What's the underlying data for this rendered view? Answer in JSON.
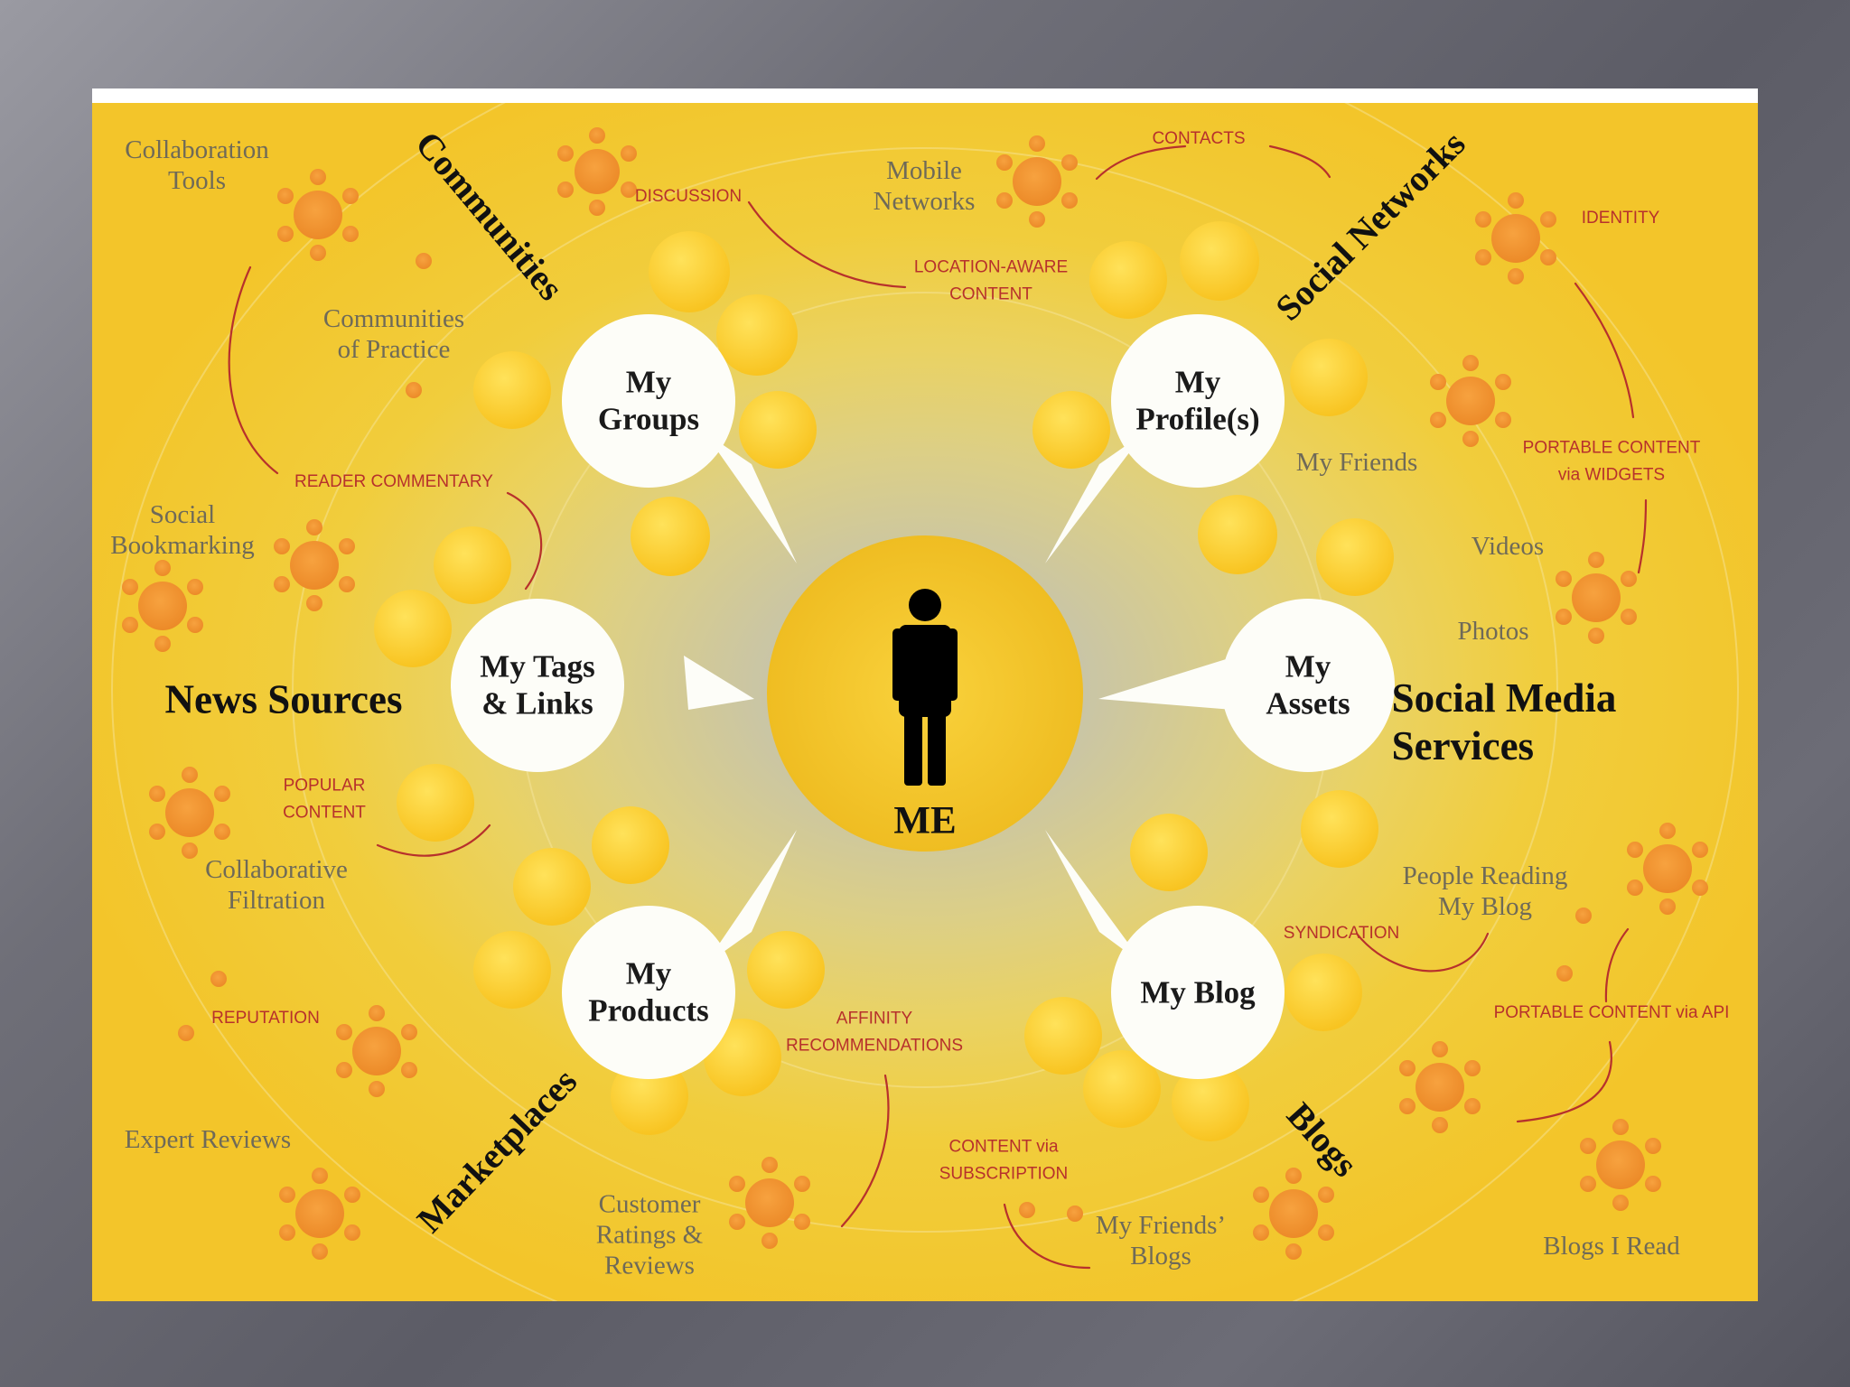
{
  "center": {
    "label": "ME"
  },
  "hubs": [
    {
      "id": "groups",
      "label": "My\nGroups"
    },
    {
      "id": "profiles",
      "label": "My\nProfile(s)"
    },
    {
      "id": "tags",
      "label": "My Tags\n& Links"
    },
    {
      "id": "assets",
      "label": "My\nAssets"
    },
    {
      "id": "products",
      "label": "My\nProducts"
    },
    {
      "id": "blog",
      "label": "My Blog"
    }
  ],
  "categories": {
    "communities": "Communities",
    "social_networks": "Social Networks",
    "news_sources": "News Sources",
    "social_media_services": "Social Media\nServices",
    "marketplaces": "Marketplaces",
    "blogs": "Blogs"
  },
  "labels": {
    "collaboration_tools": "Collaboration\nTools",
    "communities_of_practice": "Communities\nof Practice",
    "social_bookmarking": "Social\nBookmarking",
    "collaborative_filtration": "Collaborative\nFiltration",
    "expert_reviews": "Expert Reviews",
    "customer_ratings": "Customer\nRatings &\nReviews",
    "mobile_networks": "Mobile\nNetworks",
    "my_friends": "My Friends",
    "videos": "Videos",
    "photos": "Photos",
    "people_reading_my_blog": "People Reading\nMy Blog",
    "my_friends_blogs": "My Friends’\nBlogs",
    "blogs_i_read": "Blogs I Read"
  },
  "connectors": {
    "discussion": "DISCUSSION",
    "contacts": "CONTACTS",
    "location_aware_content": "LOCATION-AWARE\nCONTENT",
    "identity": "IDENTITY",
    "reader_commentary": "READER COMMENTARY",
    "portable_content_widgets": "PORTABLE CONTENT\nvia WIDGETS",
    "popular_content": "POPULAR\nCONTENT",
    "syndication": "SYNDICATION",
    "reputation": "REPUTATION",
    "portable_content_api": "PORTABLE CONTENT via API",
    "affinity_recommendations": "AFFINITY\nRECOMMENDATIONS",
    "content_via_subscription": "CONTENT via\nSUBSCRIPTION"
  },
  "colors": {
    "hub_circle": "#fdfdf8",
    "center_circle": "#f2c22a",
    "yellow_bubble": "#fcd133",
    "orange_flower": "#f29430",
    "red_text": "#b7312c",
    "grey_text": "#6f6a58"
  }
}
